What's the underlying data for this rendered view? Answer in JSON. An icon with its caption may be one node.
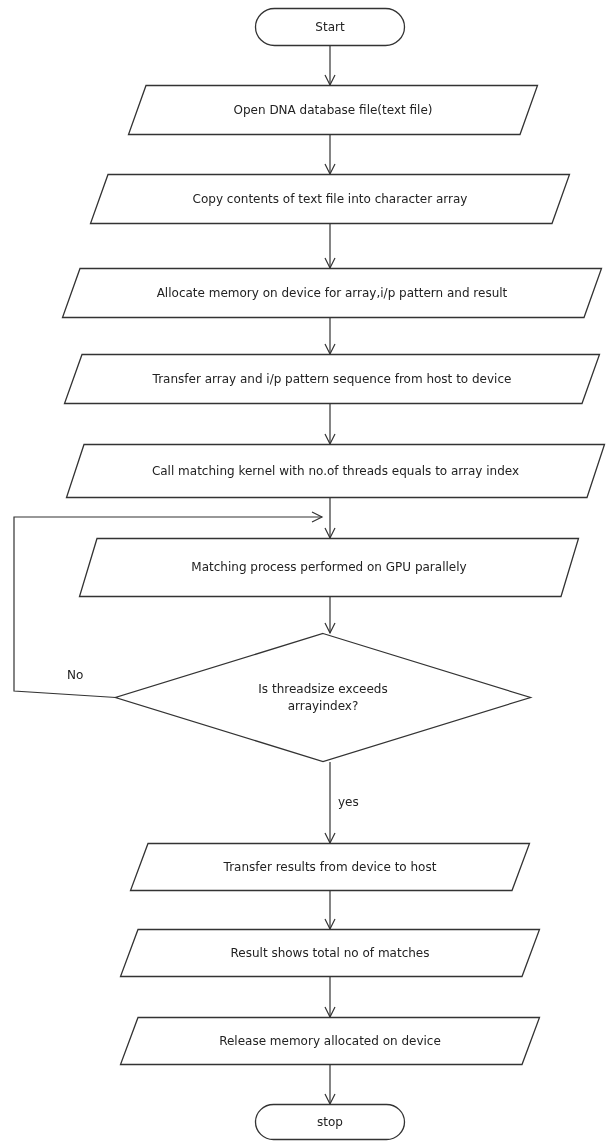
{
  "diagram": {
    "nodes": [
      {
        "text": [
          "Start"
        ]
      },
      {
        "text": [
          "Open DNA database file(text file)"
        ]
      },
      {
        "text": [
          "Copy contents of text file into character array"
        ]
      },
      {
        "text": [
          "Allocate memory on device  for array,i/p pattern and result"
        ]
      },
      {
        "text": [
          "Transfer array and i/p pattern sequence from host to device"
        ]
      },
      {
        "text": [
          "Call matching kernel with no.of threads equals to array index"
        ]
      },
      {
        "text": [
          "Matching process performed on GPU parallely"
        ]
      },
      {
        "text": [
          "Is threadsize exceeds arrayindex?"
        ]
      },
      {
        "text": [
          "Transfer results from device to host"
        ]
      },
      {
        "text": [
          "Result shows total no of matches"
        ]
      },
      {
        "text": [
          "Release memory allocated on device"
        ]
      },
      {
        "text": [
          "stop"
        ]
      }
    ],
    "edges": [
      {
        "from": 0,
        "to": 1,
        "arrow": "to"
      },
      {
        "from": 1,
        "to": 2,
        "arrow": "to"
      },
      {
        "from": 2,
        "to": 3,
        "arrow": "to"
      },
      {
        "from": 3,
        "to": 4,
        "arrow": "to"
      },
      {
        "from": 4,
        "to": 5,
        "arrow": "to"
      },
      {
        "from": 5,
        "to": 6,
        "arrow": "to"
      },
      {
        "from": 6,
        "to": 7,
        "arrow": "to"
      },
      {
        "from": 7,
        "to": 6,
        "arrow": "to",
        "label": "No"
      },
      {
        "from": 7,
        "to": 8,
        "arrow": "to",
        "label": "yes"
      },
      {
        "from": 8,
        "to": 9,
        "arrow": "to"
      },
      {
        "from": 9,
        "to": 10,
        "arrow": "to"
      },
      {
        "from": 10,
        "to": 11,
        "arrow": "to"
      }
    ]
  }
}
